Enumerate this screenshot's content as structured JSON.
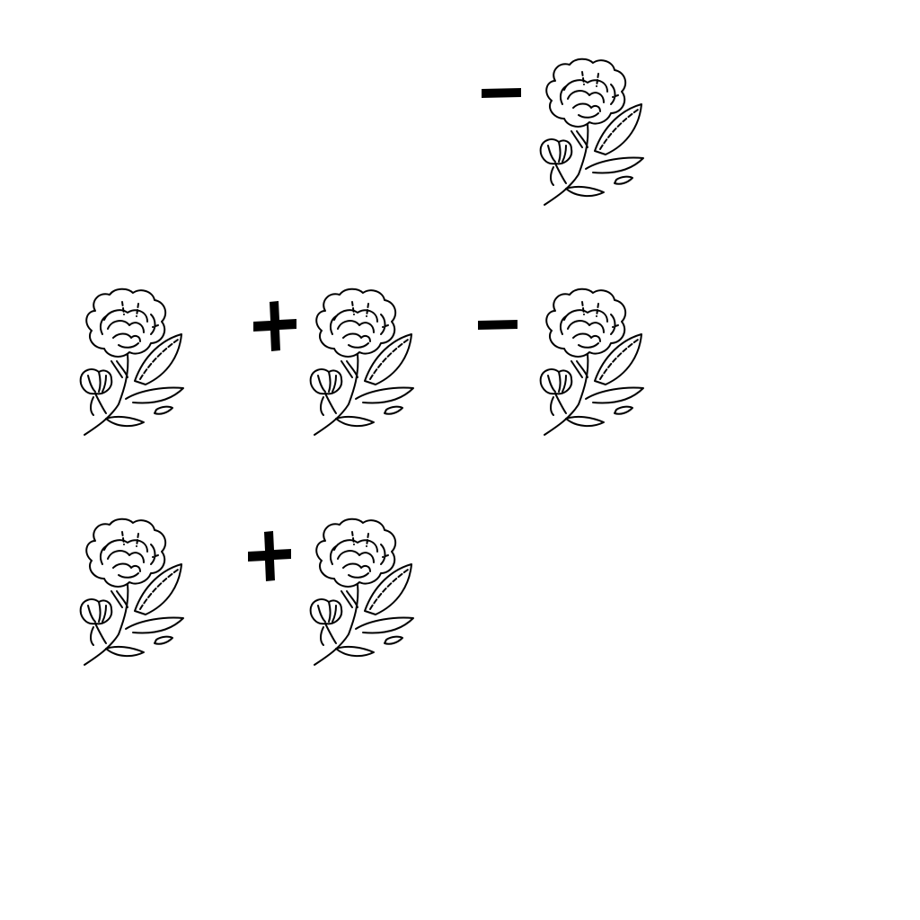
{
  "puzzle": {
    "colors": {
      "ink": "#000000",
      "background": "#ffffff"
    },
    "rows": [
      {
        "items": [
          {
            "kind": "operator",
            "symbol": "minus",
            "icon": "minus-icon"
          },
          {
            "kind": "rose",
            "icon": "rose-icon"
          }
        ]
      },
      {
        "items": [
          {
            "kind": "rose",
            "icon": "rose-icon"
          },
          {
            "kind": "operator",
            "symbol": "plus",
            "icon": "plus-icon"
          },
          {
            "kind": "rose",
            "icon": "rose-icon"
          },
          {
            "kind": "operator",
            "symbol": "minus",
            "icon": "minus-icon"
          },
          {
            "kind": "rose",
            "icon": "rose-icon"
          }
        ]
      },
      {
        "items": [
          {
            "kind": "rose",
            "icon": "rose-icon"
          },
          {
            "kind": "operator",
            "symbol": "plus",
            "icon": "plus-icon"
          },
          {
            "kind": "rose",
            "icon": "rose-icon"
          }
        ]
      }
    ]
  }
}
